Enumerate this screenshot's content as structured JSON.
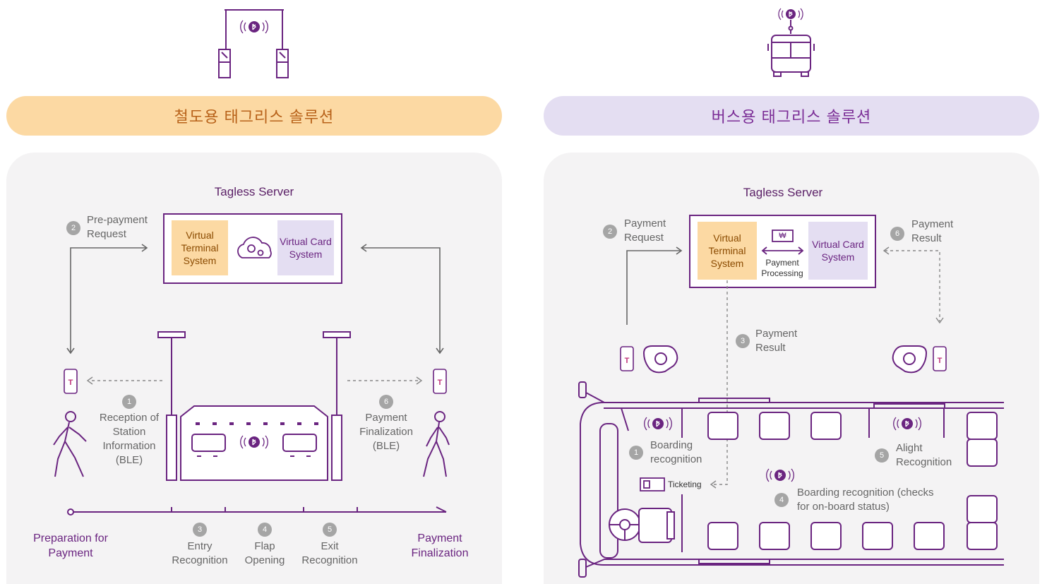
{
  "rail": {
    "title": "철도용 태그리스 솔루션",
    "server_title": "Tagless Server",
    "vts": "Virtual Terminal System",
    "vcs": "Virtual Card System",
    "steps": {
      "s1": {
        "num": "1",
        "label": "Reception of Station Information (BLE)"
      },
      "s2": {
        "num": "2",
        "label": "Pre-payment Request"
      },
      "s3": {
        "num": "3",
        "label": "Entry Recognition"
      },
      "s4": {
        "num": "4",
        "label": "Flap Opening"
      },
      "s5": {
        "num": "5",
        "label": "Exit Recognition"
      },
      "s6": {
        "num": "6",
        "label": "Payment Finalization (BLE)"
      }
    },
    "timeline_start": "Preparation for Payment",
    "timeline_end": "Payment Finalization"
  },
  "bus": {
    "title": "버스용 태그리스 솔루션",
    "server_title": "Tagless Server",
    "vts": "Virtual Terminal System",
    "vcs": "Virtual Card System",
    "payment_processing": "Payment Processing",
    "won_symbol": "₩",
    "ticketing": "Ticketing",
    "steps": {
      "s1": {
        "num": "1",
        "label": "Boarding recognition"
      },
      "s2": {
        "num": "2",
        "label": "Payment Request"
      },
      "s3": {
        "num": "3",
        "label": "Payment Result"
      },
      "s4": {
        "num": "4",
        "label": "Boarding recognition (checks for on-board status)"
      },
      "s5": {
        "num": "5",
        "label": "Alight Recognition"
      },
      "s6": {
        "num": "6",
        "label": "Payment Result"
      }
    }
  },
  "colors": {
    "purple": "#6a2480",
    "orange_pill": "#fcd9a3",
    "lavender_pill": "#e4def2",
    "panel": "#f4f3f4"
  },
  "icons": [
    "bluetooth-icon",
    "gate-icon",
    "bus-icon",
    "phone-icon",
    "walking-person-icon",
    "cloud-gear-icon",
    "seat-icon",
    "steering-wheel-icon",
    "ticket-icon",
    "won-icon"
  ]
}
